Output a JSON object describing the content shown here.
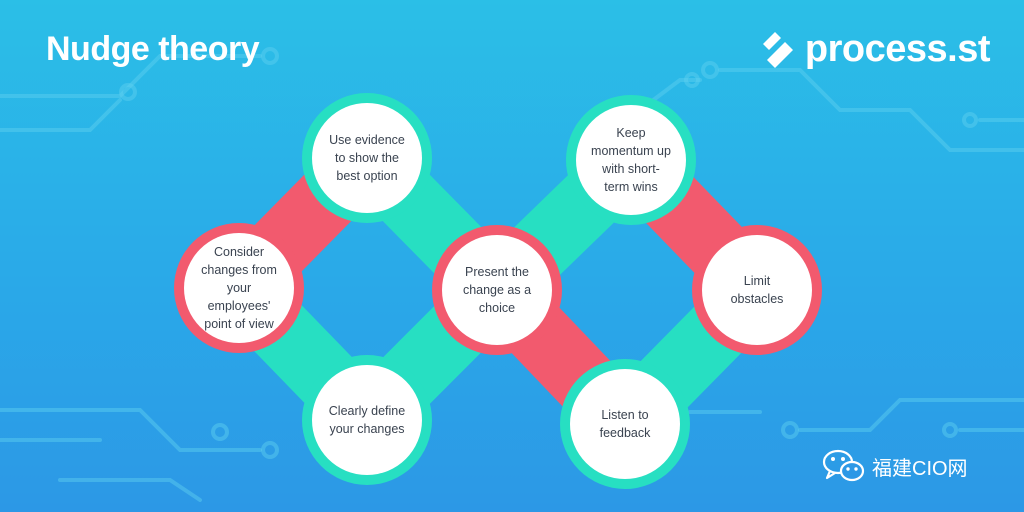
{
  "header": {
    "title": "Nudge theory"
  },
  "brand": {
    "name": "process.st",
    "icon": "process-st-logo-icon"
  },
  "watermark": {
    "text": "福建CIO网",
    "icon": "wechat-icon"
  },
  "diagram": {
    "nodes": [
      {
        "id": "consider",
        "label": "Consider changes from your employees' point of view",
        "ring": "red"
      },
      {
        "id": "evidence",
        "label": "Use evidence to show the best option",
        "ring": "teal"
      },
      {
        "id": "define",
        "label": "Clearly define your changes",
        "ring": "teal"
      },
      {
        "id": "present",
        "label": "Present the change as a choice",
        "ring": "red"
      },
      {
        "id": "momentum",
        "label": "Keep momentum up with short-term wins",
        "ring": "teal"
      },
      {
        "id": "listen",
        "label": "Listen to feedback",
        "ring": "teal"
      },
      {
        "id": "limit",
        "label": "Limit obstacles",
        "ring": "red"
      }
    ],
    "connectors": [
      {
        "from": "consider",
        "to": "evidence",
        "color": "red"
      },
      {
        "from": "consider",
        "to": "define",
        "color": "teal"
      },
      {
        "from": "evidence",
        "to": "present",
        "color": "teal"
      },
      {
        "from": "define",
        "to": "present",
        "color": "teal"
      },
      {
        "from": "present",
        "to": "listen",
        "color": "red"
      },
      {
        "from": "present",
        "to": "momentum",
        "color": "teal"
      },
      {
        "from": "momentum",
        "to": "limit",
        "color": "red"
      },
      {
        "from": "listen",
        "to": "limit",
        "color": "teal"
      }
    ]
  },
  "colors": {
    "red": "#f25a6e",
    "teal": "#27dfc2",
    "background_top": "#2bbfe7",
    "background_bottom": "#2c98e6",
    "node_fill": "#ffffff",
    "node_text": "#3a4350"
  }
}
